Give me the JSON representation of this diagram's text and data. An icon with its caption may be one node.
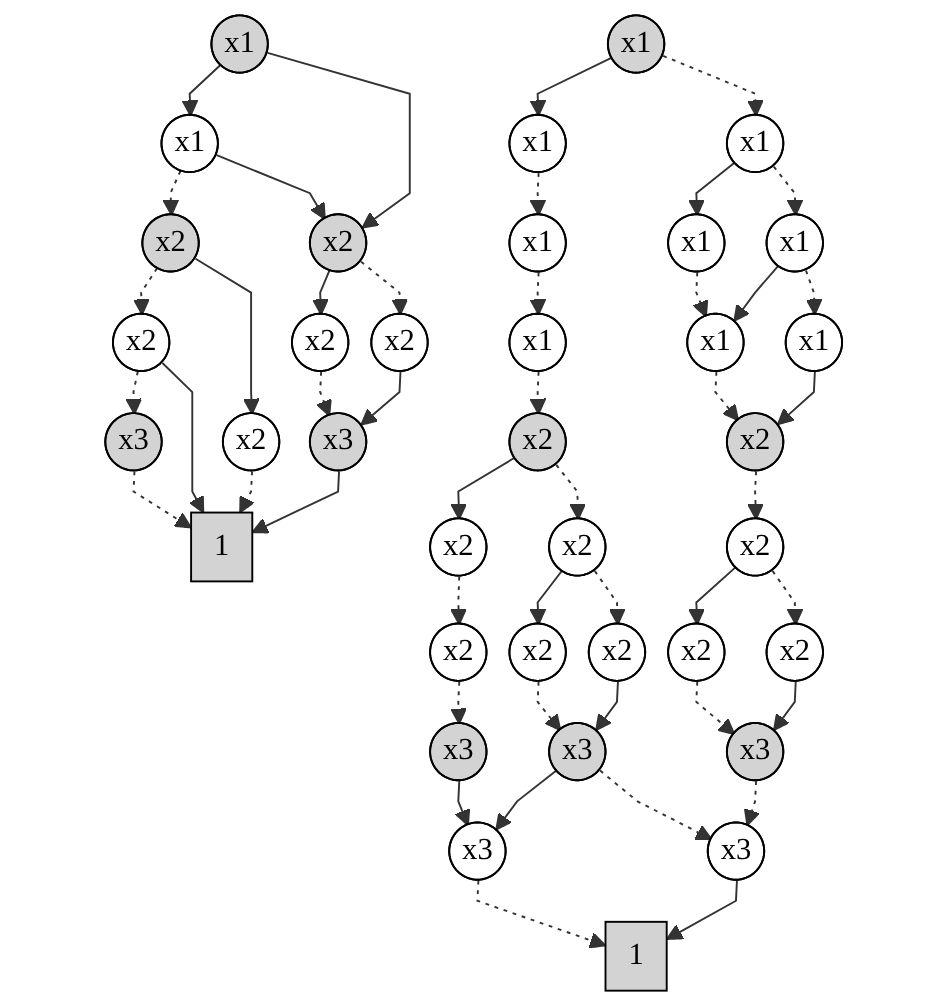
{
  "diagram": {
    "nodes": [
      {
        "text": [
          "x1"
        ]
      },
      {
        "text": [
          "x1"
        ]
      },
      {
        "text": [
          "x2"
        ]
      },
      {
        "text": [
          "x2"
        ]
      },
      {
        "text": [
          "x2"
        ]
      },
      {
        "text": [
          "x2"
        ]
      },
      {
        "text": [
          "x2"
        ]
      },
      {
        "text": [
          "x2"
        ]
      },
      {
        "text": [
          "x3"
        ]
      },
      {
        "text": [
          "x3"
        ]
      },
      {
        "text": [
          "1"
        ]
      },
      {
        "text": [
          "x1"
        ]
      },
      {
        "text": [
          "x1"
        ]
      },
      {
        "text": [
          "x1"
        ]
      },
      {
        "text": [
          "x1"
        ]
      },
      {
        "text": [
          "x1"
        ]
      },
      {
        "text": [
          "x1"
        ]
      },
      {
        "text": [
          "x1"
        ]
      },
      {
        "text": [
          "x1"
        ]
      },
      {
        "text": [
          "x1"
        ]
      },
      {
        "text": [
          "x2"
        ]
      },
      {
        "text": [
          "x2"
        ]
      },
      {
        "text": [
          "x2"
        ]
      },
      {
        "text": [
          "x2"
        ]
      },
      {
        "text": [
          "x2"
        ]
      },
      {
        "text": [
          "x2"
        ]
      },
      {
        "text": [
          "x2"
        ]
      },
      {
        "text": [
          "x2"
        ]
      },
      {
        "text": [
          "x2"
        ]
      },
      {
        "text": [
          "x2"
        ]
      },
      {
        "text": [
          "x3"
        ]
      },
      {
        "text": [
          "x3"
        ]
      },
      {
        "text": [
          "x3"
        ]
      },
      {
        "text": [
          "x3"
        ]
      },
      {
        "text": [
          "x3"
        ]
      },
      {
        "text": [
          "1"
        ]
      }
    ],
    "edges": [
      {
        "from": 0,
        "to": 1,
        "arrow": "to"
      },
      {
        "from": 0,
        "to": 3,
        "arrow": "to"
      },
      {
        "from": 1,
        "to": 2,
        "arrow": "to",
        "style": "dashed"
      },
      {
        "from": 1,
        "to": 3,
        "arrow": "to"
      },
      {
        "from": 2,
        "to": 4,
        "arrow": "to",
        "style": "dashed"
      },
      {
        "from": 2,
        "to": 5,
        "arrow": "to"
      },
      {
        "from": 3,
        "to": 6,
        "arrow": "to"
      },
      {
        "from": 3,
        "to": 7,
        "arrow": "to",
        "style": "dashed"
      },
      {
        "from": 4,
        "to": 8,
        "arrow": "to",
        "style": "dashed"
      },
      {
        "from": 4,
        "to": 10,
        "arrow": "to"
      },
      {
        "from": 5,
        "to": 10,
        "arrow": "to",
        "style": "dashed"
      },
      {
        "from": 6,
        "to": 9,
        "arrow": "to",
        "style": "dashed"
      },
      {
        "from": 7,
        "to": 9,
        "arrow": "to"
      },
      {
        "from": 8,
        "to": 10,
        "arrow": "to",
        "style": "dashed"
      },
      {
        "from": 9,
        "to": 10,
        "arrow": "to"
      },
      {
        "from": 11,
        "to": 12,
        "arrow": "to"
      },
      {
        "from": 11,
        "to": 13,
        "arrow": "to",
        "style": "dashed"
      },
      {
        "from": 12,
        "to": 14,
        "arrow": "to",
        "style": "dashed"
      },
      {
        "from": 13,
        "to": 15,
        "arrow": "to"
      },
      {
        "from": 13,
        "to": 16,
        "arrow": "to",
        "style": "dashed"
      },
      {
        "from": 14,
        "to": 17,
        "arrow": "to",
        "style": "dashed"
      },
      {
        "from": 15,
        "to": 18,
        "arrow": "to",
        "style": "dashed"
      },
      {
        "from": 16,
        "to": 18,
        "arrow": "to"
      },
      {
        "from": 16,
        "to": 19,
        "arrow": "to",
        "style": "dashed"
      },
      {
        "from": 17,
        "to": 20,
        "arrow": "to",
        "style": "dashed"
      },
      {
        "from": 18,
        "to": 21,
        "arrow": "to",
        "style": "dashed"
      },
      {
        "from": 19,
        "to": 21,
        "arrow": "to"
      },
      {
        "from": 20,
        "to": 22,
        "arrow": "to"
      },
      {
        "from": 20,
        "to": 23,
        "arrow": "to",
        "style": "dashed"
      },
      {
        "from": 21,
        "to": 24,
        "arrow": "to",
        "style": "dashed"
      },
      {
        "from": 22,
        "to": 25,
        "arrow": "to",
        "style": "dashed"
      },
      {
        "from": 23,
        "to": 26,
        "arrow": "to"
      },
      {
        "from": 23,
        "to": 27,
        "arrow": "to",
        "style": "dashed"
      },
      {
        "from": 24,
        "to": 28,
        "arrow": "to"
      },
      {
        "from": 24,
        "to": 29,
        "arrow": "to",
        "style": "dashed"
      },
      {
        "from": 25,
        "to": 30,
        "arrow": "to",
        "style": "dashed"
      },
      {
        "from": 26,
        "to": 31,
        "arrow": "to",
        "style": "dashed"
      },
      {
        "from": 27,
        "to": 31,
        "arrow": "to"
      },
      {
        "from": 28,
        "to": 32,
        "arrow": "to",
        "style": "dashed"
      },
      {
        "from": 29,
        "to": 32,
        "arrow": "to"
      },
      {
        "from": 30,
        "to": 33,
        "arrow": "to"
      },
      {
        "from": 31,
        "to": 33,
        "arrow": "to"
      },
      {
        "from": 31,
        "to": 34,
        "arrow": "to",
        "style": "dashed"
      },
      {
        "from": 32,
        "to": 34,
        "arrow": "to",
        "style": "dashed"
      },
      {
        "from": 33,
        "to": 35,
        "arrow": "to",
        "style": "dashed"
      },
      {
        "from": 34,
        "to": 35,
        "arrow": "to"
      }
    ]
  }
}
